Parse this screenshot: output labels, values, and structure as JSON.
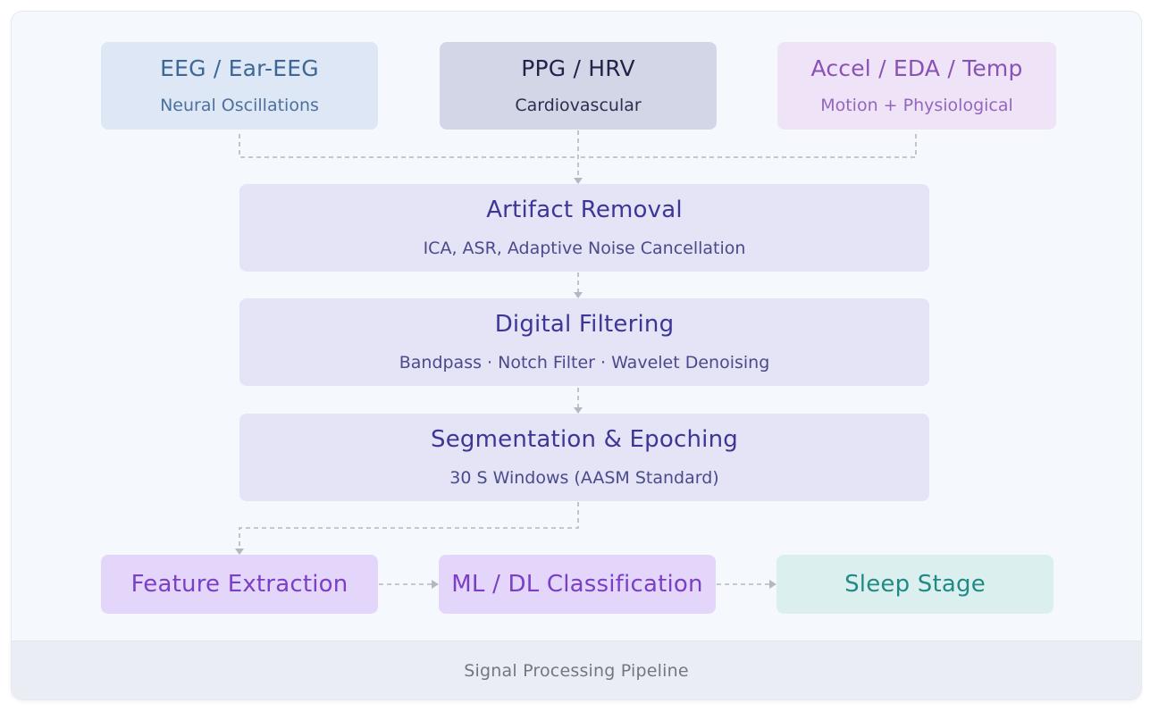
{
  "sources": [
    {
      "title": "EEG / Ear-EEG",
      "subtitle": "Neural Oscillations",
      "color": "#3e6796"
    },
    {
      "title": "PPG / HRV",
      "subtitle": "Cardiovascular",
      "color": "#20244a"
    },
    {
      "title": "Accel / EDA / Temp",
      "subtitle": "Motion + Physiological",
      "color": "#8a52b5"
    }
  ],
  "stages": [
    {
      "title": "Artifact Removal",
      "subtitle": "ICA, ASR, Adaptive Noise Cancellation"
    },
    {
      "title": "Digital Filtering",
      "subtitle": "Bandpass · Notch Filter · Wavelet Denoising"
    },
    {
      "title": "Segmentation & Epoching",
      "subtitle": "30 S Windows (AASM Standard)"
    }
  ],
  "outputs": [
    {
      "title": "Feature Extraction",
      "color": "#7a3fc4"
    },
    {
      "title": "ML / DL Classification",
      "color": "#7a3fc4"
    },
    {
      "title": "Sleep Stage",
      "color": "#208a86"
    }
  ],
  "footer": {
    "label": "Signal Processing Pipeline"
  },
  "colors": {
    "connector": "#b4b8c0",
    "stage_text": "#3d3696"
  }
}
